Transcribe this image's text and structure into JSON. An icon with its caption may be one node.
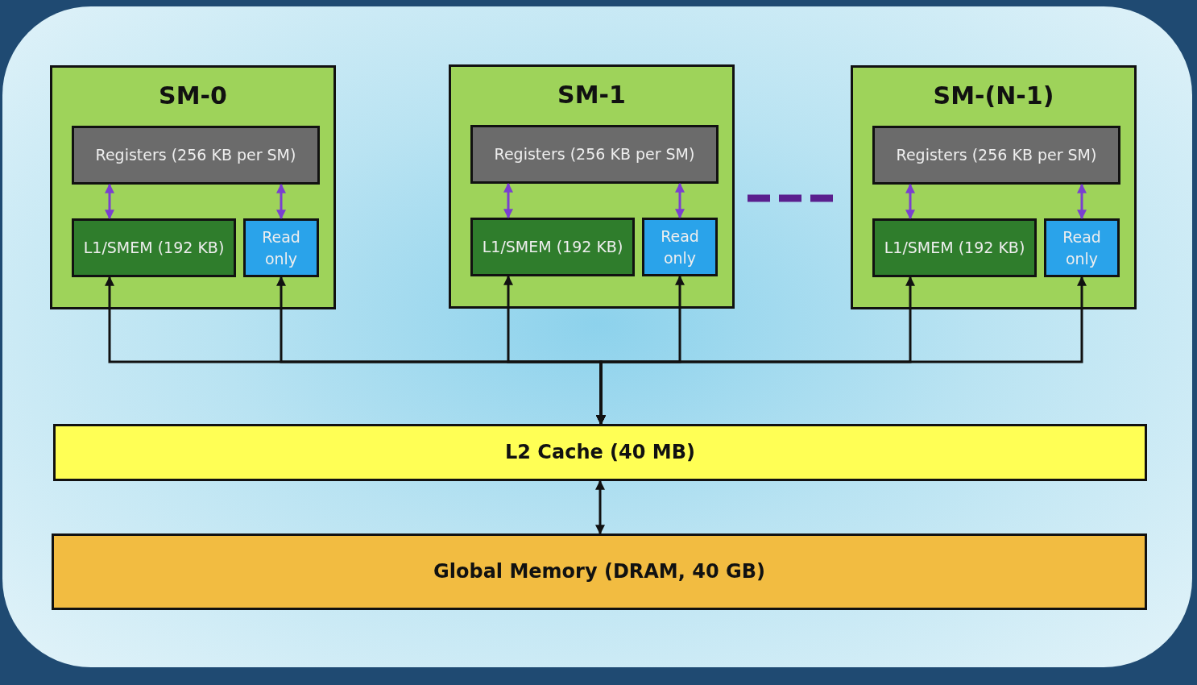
{
  "diagram": {
    "nodes": [
      {
        "text": [
          "SM-0"
        ]
      },
      {
        "text": [
          "Registers (256 KB per SM)"
        ],
        "in": 0
      },
      {
        "text": [
          "L1/SMEM (192 KB)"
        ],
        "in": 0
      },
      {
        "text": [
          "Read only"
        ],
        "in": 0
      },
      {
        "text": [
          "SM-1"
        ]
      },
      {
        "text": [
          "Registers (256 KB per SM)"
        ],
        "in": 4
      },
      {
        "text": [
          "L1/SMEM (192 KB)"
        ],
        "in": 4
      },
      {
        "text": [
          "Read only"
        ],
        "in": 4
      },
      {
        "text": [
          "SM-(N-1)"
        ]
      },
      {
        "text": [
          "Registers (256 KB per SM)"
        ],
        "in": 8
      },
      {
        "text": [
          "L1/SMEM (192 KB)"
        ],
        "in": 8
      },
      {
        "text": [
          "Read only"
        ],
        "in": 8
      },
      {
        "text": [
          "L2 Cache (40 MB)"
        ]
      },
      {
        "text": [
          "Global Memory (DRAM, 40 GB)"
        ]
      }
    ],
    "edges": [
      {
        "from": 1,
        "to": 2,
        "arrow": "both",
        "color": "#7a3fd0"
      },
      {
        "from": 1,
        "to": 3,
        "arrow": "both",
        "color": "#7a3fd0"
      },
      {
        "from": 5,
        "to": 6,
        "arrow": "both",
        "color": "#7a3fd0"
      },
      {
        "from": 5,
        "to": 7,
        "arrow": "both",
        "color": "#7a3fd0"
      },
      {
        "from": 9,
        "to": 10,
        "arrow": "both",
        "color": "#7a3fd0"
      },
      {
        "from": 9,
        "to": 11,
        "arrow": "both",
        "color": "#7a3fd0"
      },
      {
        "from": 12,
        "to": 2,
        "arrow": "both"
      },
      {
        "from": 12,
        "to": 3,
        "arrow": "both"
      },
      {
        "from": 12,
        "to": 6,
        "arrow": "both"
      },
      {
        "from": 12,
        "to": 7,
        "arrow": "both"
      },
      {
        "from": 12,
        "to": 10,
        "arrow": "both"
      },
      {
        "from": 12,
        "to": 11,
        "arrow": "both"
      },
      {
        "from": 12,
        "to": 13,
        "arrow": "both"
      }
    ]
  }
}
